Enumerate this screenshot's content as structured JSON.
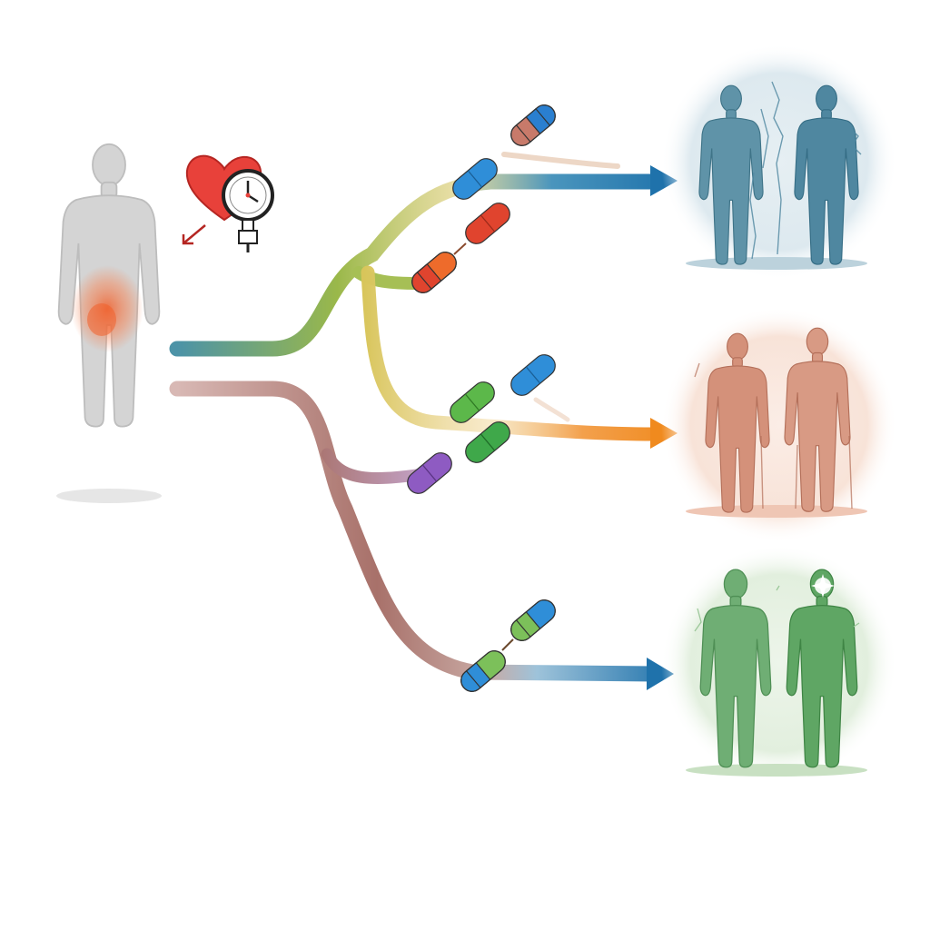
{
  "diagram": {
    "source": {
      "icons": [
        "heart-icon",
        "blood-pressure-gauge-icon",
        "down-left-arrow-icon"
      ]
    },
    "colors": {
      "background": "#ffffff",
      "source_body": "#cfcfcf",
      "source_highlight": "#f0602c",
      "heart": "#e8413a",
      "stream_blue": "#1f78b4",
      "stream_green": "#9ab84a",
      "stream_yellow": "#d8c55a",
      "stream_orange": "#f08a1e",
      "stream_mauve": "#a8716a",
      "outcome_blue": "#5f93a8",
      "outcome_orange": "#d4917a",
      "outcome_green": "#6fae74"
    },
    "outcomes": [
      {
        "name": "outcome-blue",
        "tone": "blue"
      },
      {
        "name": "outcome-orange",
        "tone": "orange"
      },
      {
        "name": "outcome-green",
        "tone": "green"
      }
    ]
  }
}
